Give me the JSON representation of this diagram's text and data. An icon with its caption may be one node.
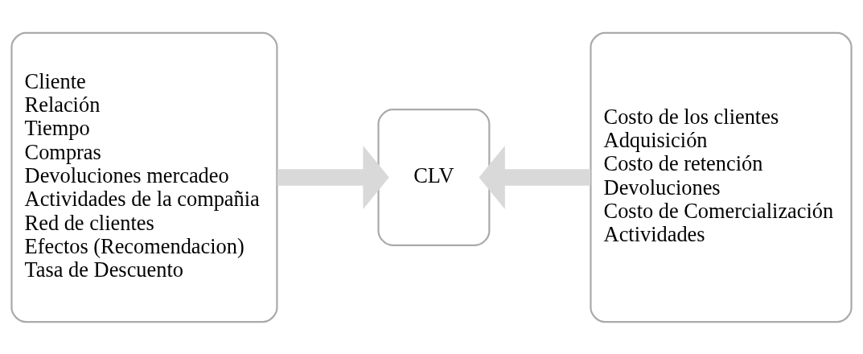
{
  "diagram": {
    "nodes": [
      {
        "text": [
          "Cliente",
          "Relación",
          "Tiempo",
          "Compras",
          "Devoluciones mercadeo",
          "Actividades de la compañia",
          "Red de clientes",
          "Efectos (Recomendacion)",
          "Tasa de Descuento"
        ]
      },
      {
        "text": [
          "CLV"
        ]
      },
      {
        "text": [
          "Costo de los clientes",
          "Adquisición",
          "Costo de retención",
          "Devoluciones",
          "Costo de Comercialización",
          "Actividades"
        ]
      }
    ],
    "edges": [
      {
        "from": 0,
        "to": 1,
        "arrow": "to"
      },
      {
        "from": 2,
        "to": 1,
        "arrow": "to"
      }
    ]
  }
}
